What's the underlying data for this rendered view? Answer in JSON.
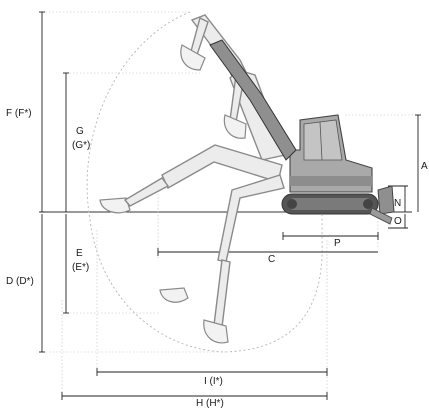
{
  "labels": {
    "F": "F (F*)",
    "G": "G",
    "G_alt": "(G*)",
    "E": "E",
    "E_alt": "(E*)",
    "D": "D (D*)",
    "A": "A",
    "N": "N",
    "O": "O",
    "P": "P",
    "C": "C",
    "I": "I (I*)",
    "H": "H (H*)"
  },
  "colors": {
    "machine_dark": "#6f6f6f",
    "machine_light": "#a9a9a9",
    "track": "#555555",
    "ghost_outline": "#8a8a8a"
  }
}
